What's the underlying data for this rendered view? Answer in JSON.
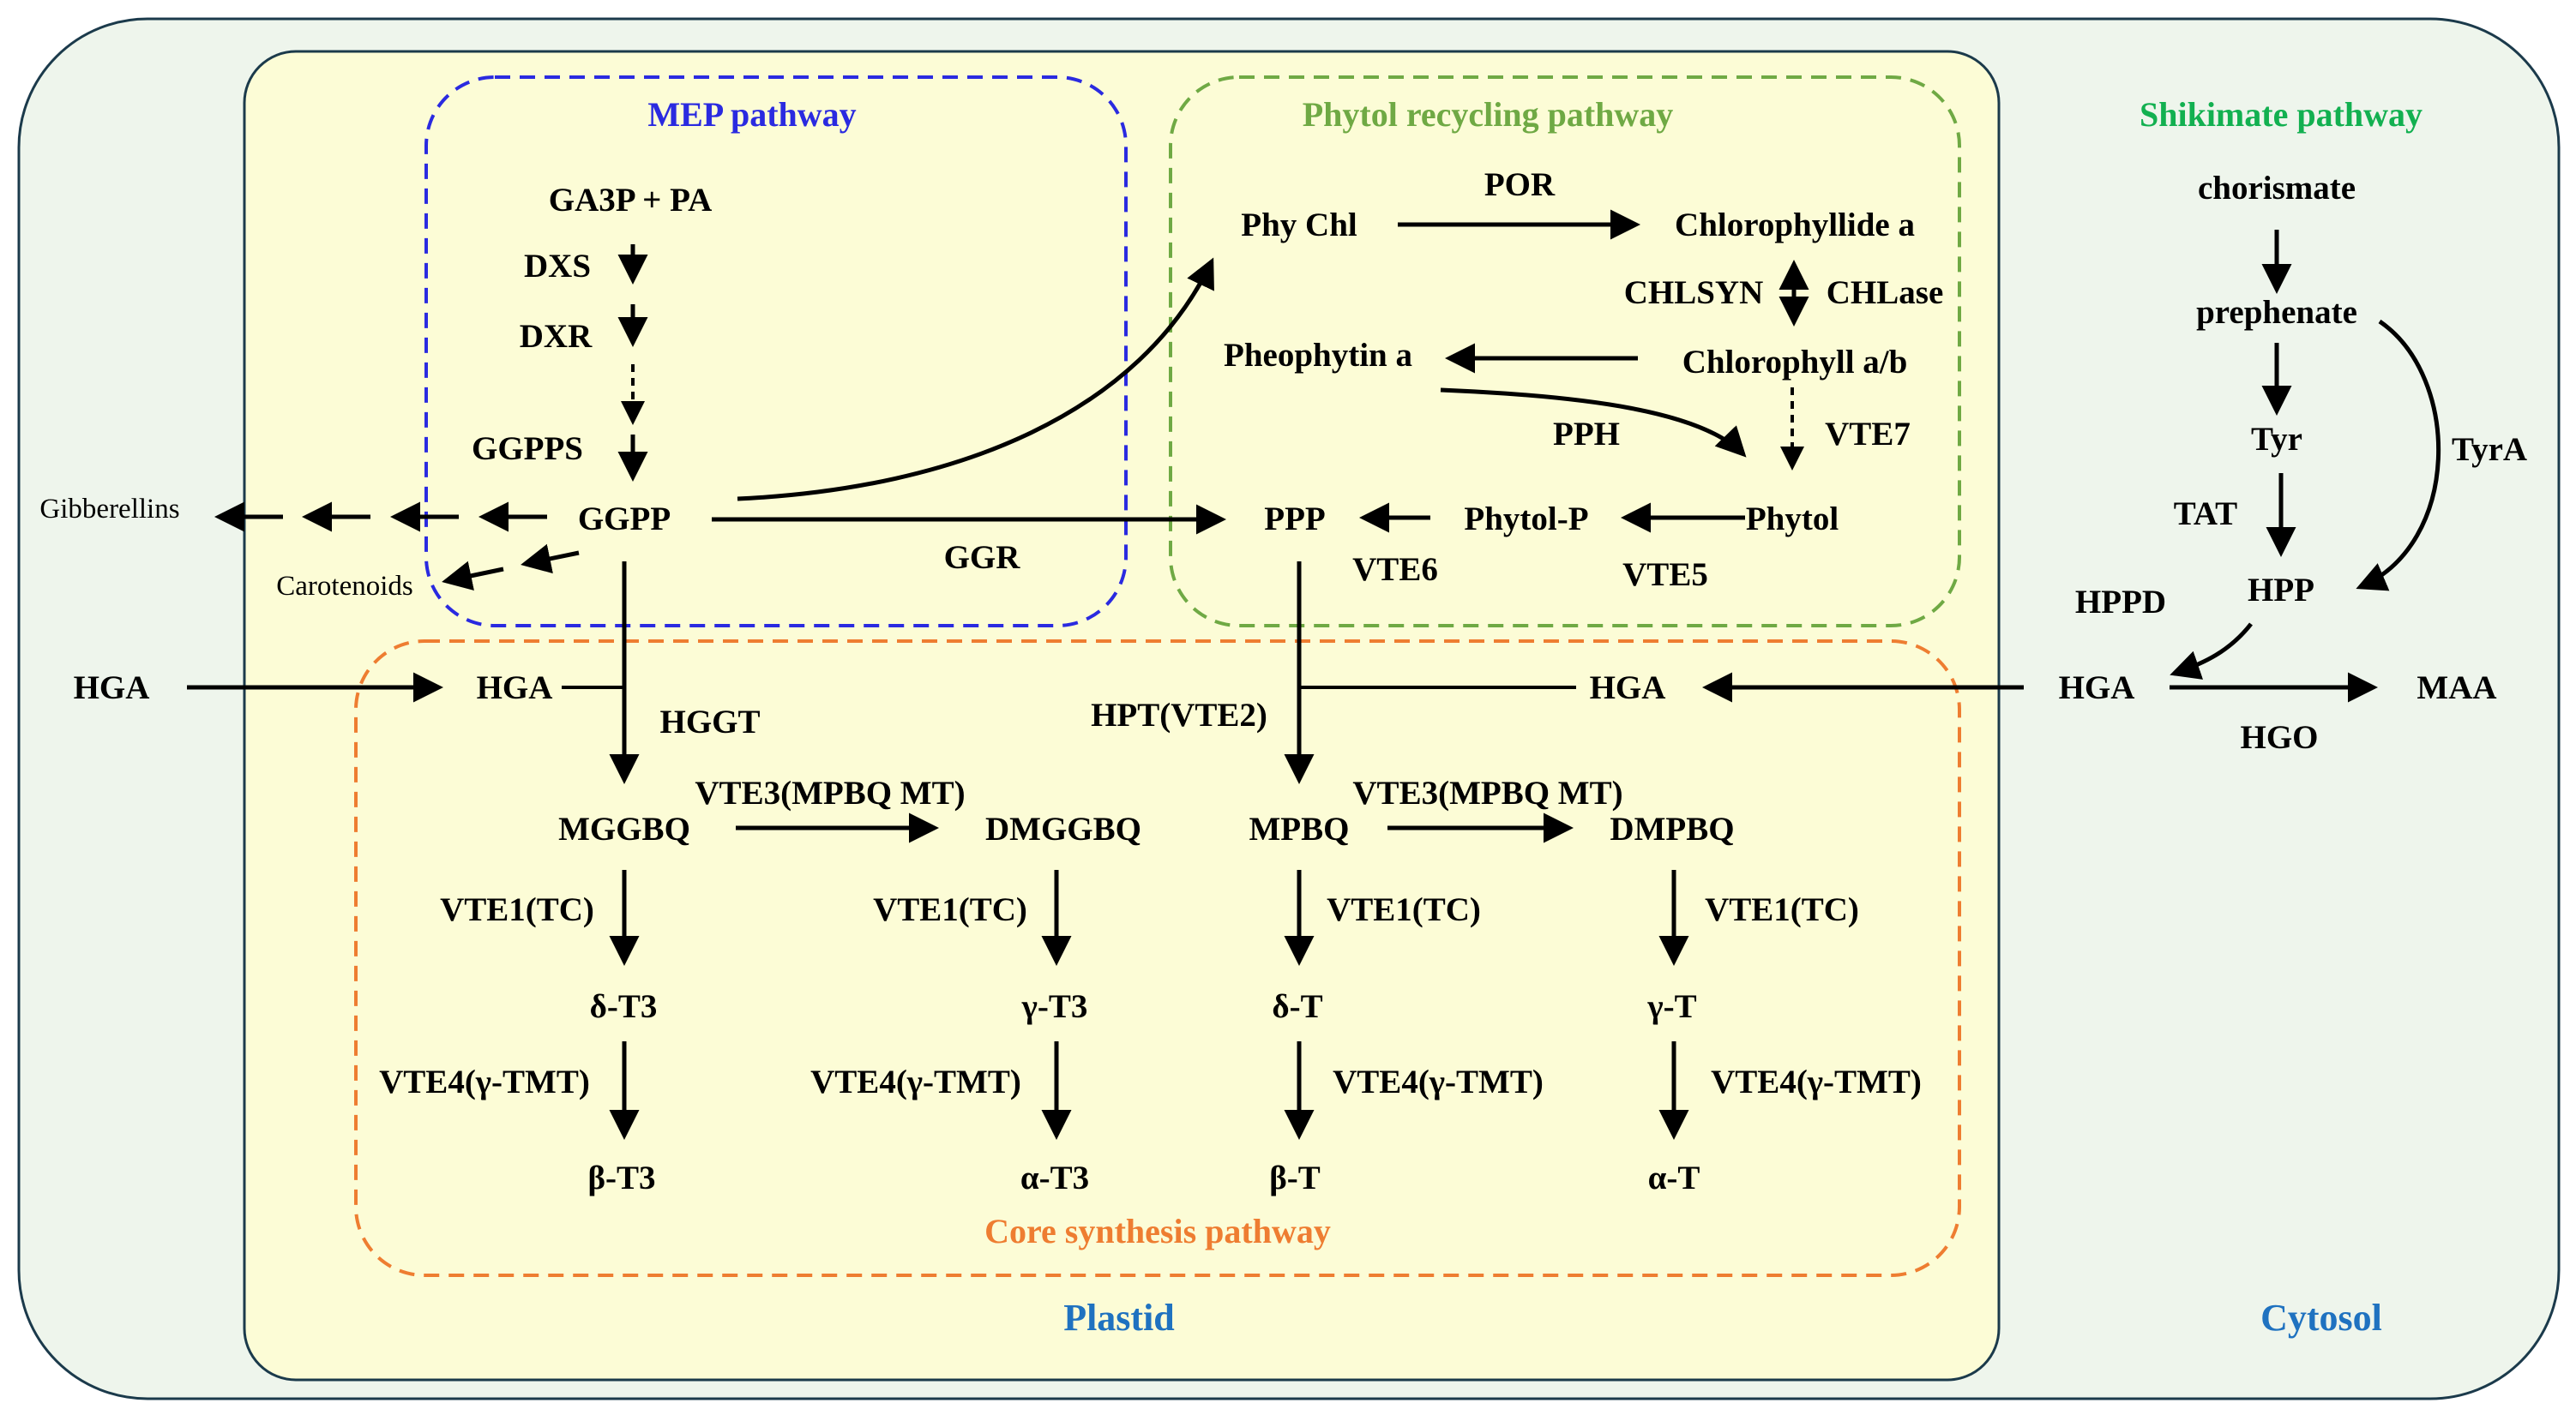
{
  "compartments": {
    "plastid": "Plastid",
    "cytosol": "Cytosol"
  },
  "pathways": {
    "mep": "MEP pathway",
    "phytol": "Phytol recycling pathway",
    "core": "Core synthesis pathway",
    "shikimate": "Shikimate pathway"
  },
  "metabolites": {
    "ga3p_pa": "GA3P + PA",
    "ggpp": "GGPP",
    "gibberellins": "Gibberellins",
    "carotenoids": "Carotenoids",
    "phy_chl": "Phy Chl",
    "chlorophyllide_a": "Chlorophyllide a",
    "chlorophyll_ab": "Chlorophyll a/b",
    "pheophytin_a": "Pheophytin a",
    "phytol": "Phytol",
    "phytol_p": "Phytol-P",
    "ppp": "PPP",
    "hga_left": "HGA",
    "hga_plastid_left": "HGA",
    "hga_plastid_right": "HGA",
    "hga_cytosol": "HGA",
    "maa": "MAA",
    "chorismate": "chorismate",
    "prephenate": "prephenate",
    "tyr": "Tyr",
    "hpp": "HPP",
    "mggbq": "MGGBQ",
    "dmggbq": "DMGGBQ",
    "mpbq": "MPBQ",
    "dmpbq": "DMPBQ",
    "delta_t3": "δ-T3",
    "gamma_t3": "γ-T3",
    "delta_t": "δ-T",
    "gamma_t": "γ-T",
    "beta_t3": "β-T3",
    "alpha_t3": "α-T3",
    "beta_t": "β-T",
    "alpha_t": "α-T"
  },
  "enzymes": {
    "dxs": "DXS",
    "dxr": "DXR",
    "ggpps": "GGPPS",
    "ggr": "GGR",
    "por": "POR",
    "chlsyn": "CHLSYN",
    "chlase": "CHLase",
    "pph": "PPH",
    "vte7": "VTE7",
    "vte6": "VTE6",
    "vte5": "VTE5",
    "hggt": "HGGT",
    "hpt": "HPT(VTE2)",
    "vte3_1": "VTE3(MPBQ MT)",
    "vte3_2": "VTE3(MPBQ MT)",
    "vte1_1": "VTE1(TC)",
    "vte1_2": "VTE1(TC)",
    "vte1_3": "VTE1(TC)",
    "vte1_4": "VTE1(TC)",
    "vte4_1": "VTE4(γ-TMT)",
    "vte4_2": "VTE4(γ-TMT)",
    "vte4_3": "VTE4(γ-TMT)",
    "vte4_4": "VTE4(γ-TMT)",
    "tat": "TAT",
    "tyra": "TyrA",
    "hppd": "HPPD",
    "hgo": "HGO"
  },
  "colors": {
    "cell_fill": "#eef5ec",
    "plastid_fill": "#fcfcd6",
    "mep_border": "#2a2ae0",
    "phytol_border": "#6fa944",
    "core_border": "#ee7d31",
    "shikimate_title": "#12b050",
    "compartment_label": "#1f72c0"
  }
}
